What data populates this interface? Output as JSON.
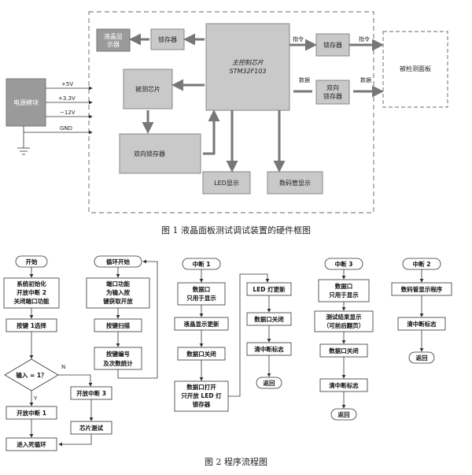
{
  "fig1": {
    "caption": "图 1 液晶面板测试调试装置的硬件框图",
    "mcu_line1": "主控制芯片",
    "mcu_line2": "STM32F103",
    "lcd_line1": "液晶显",
    "lcd_line2": "示器",
    "latch_left": "锁存器",
    "latch_right": "锁存器",
    "bidir_latch_line1": "双向",
    "bidir_latch_line2": "锁存器",
    "chip_under_test": "被测芯片",
    "bidir_latch_bottom": "双向锁存器",
    "led_display": "LED显示",
    "seg_display": "数码管显示",
    "power_module": "电源模块",
    "panel_under_test": "被检测面板",
    "cmd1": "指令",
    "cmd2": "指令",
    "data1": "数据",
    "data2": "数据",
    "v5": "+5V",
    "v33": "+3.3V",
    "vneg12": "−12V",
    "gnd": "GND"
  },
  "fig2": {
    "caption": "图 2 程序流程图",
    "main": {
      "start": "开始",
      "init_l1": "系统初始化",
      "init_l2": "开放中断 2",
      "init_l3": "关闭端口功能",
      "select": "按键 1选择",
      "decision": "输入 = 1？",
      "yes": "Y",
      "no": "N",
      "open_int1": "开放中断 1",
      "dead_loop": "进入死循环",
      "open_int3": "开放中断 3",
      "chip_test": "芯片测试"
    },
    "loop": {
      "start": "循环开始",
      "port_l1": "端口功能",
      "port_l2": "为输入按",
      "port_l3": "键获取开放",
      "scan": "按键扫描",
      "count_l1": "按键编号",
      "count_l2": "及次数统计"
    },
    "int1": {
      "title": "中断 1",
      "port_l1": "数据口",
      "port_l2": "只用于显示",
      "lcd_update": "液晶显示更新",
      "port_close": "数据口关闭",
      "open_l1": "数据口打开",
      "open_l2": "只开放 LED 灯",
      "open_l3": "锁存器",
      "led_update": "LED 灯更新",
      "port_close2": "数据口关闭",
      "clear": "清中断标志",
      "ret": "返回"
    },
    "int3": {
      "title": "中断 3",
      "port_l1": "数据口",
      "port_l2": "只用于显示",
      "res_l1": "测试结果显示",
      "res_l2": "（可前后翻页）",
      "port_close": "数据口关闭",
      "clear": "清中断标志",
      "ret": "返回"
    },
    "int2": {
      "title": "中断 2",
      "prog": "数码管显示程序",
      "clear": "清中断标志",
      "ret": "返回"
    }
  }
}
